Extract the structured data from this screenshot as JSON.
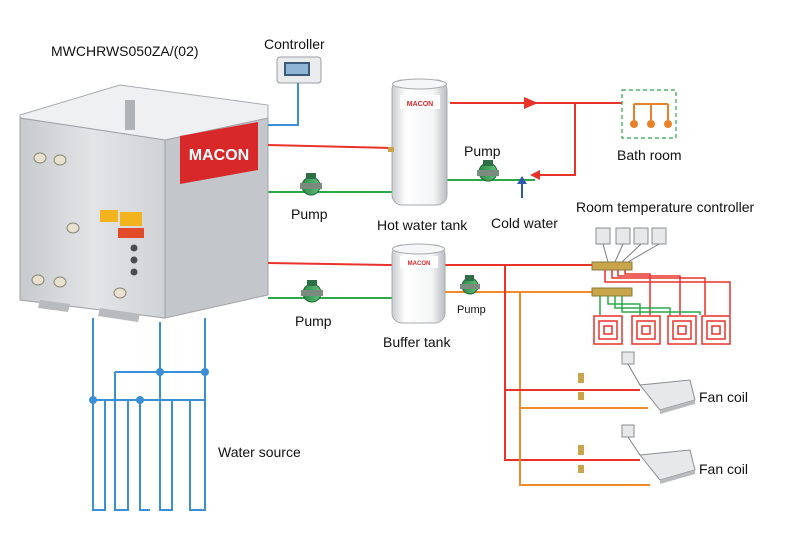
{
  "model_label": "MWCHRWS050ZA/(02)",
  "brand": "MACON",
  "labels": {
    "controller": "Controller",
    "pump_upper": "Pump",
    "pump_middle": "Pump",
    "pump_left_lower": "Pump",
    "pump_right_lower": "Pump",
    "hot_water_tank": "Hot water tank",
    "cold_water": "Cold water",
    "bath_room": "Bath room",
    "room_temperature_controller": "Room temperature controller",
    "buffer_tank": "Buffer tank",
    "fan_coil_1": "Fan coil",
    "fan_coil_2": "Fan coil",
    "water_source": "Water source"
  },
  "colors": {
    "hot_line": "#e8322a",
    "return_line": "#2aa84a",
    "source_line": "#3a8fd6",
    "floor_return_line": "#f08a2a",
    "unit_body": "#d8dbde",
    "brand_red": "#d8282a"
  }
}
